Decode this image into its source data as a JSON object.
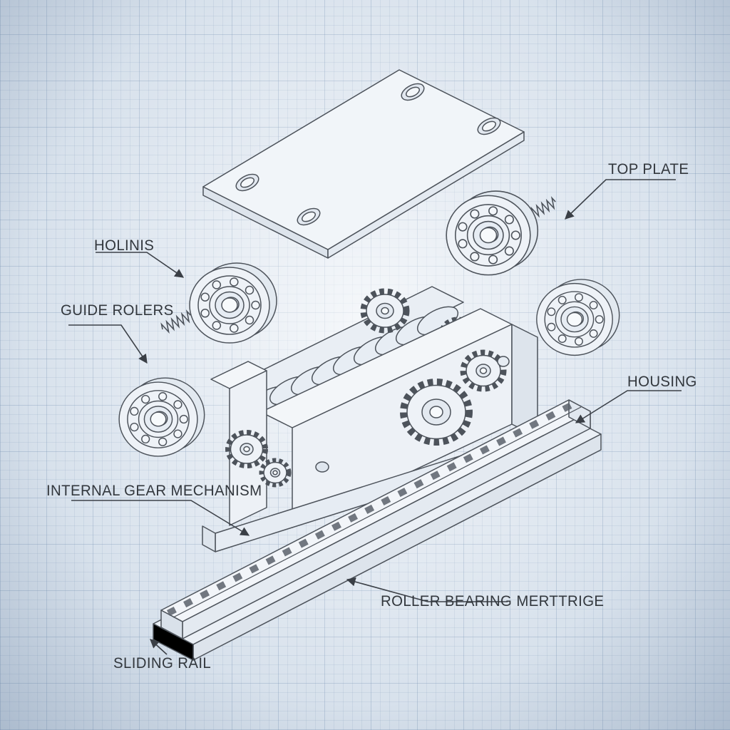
{
  "labels": {
    "top_plate": "TOP PLATE",
    "holinis": "HOLINIS",
    "guide_rollers": "GUIDE ROLERS",
    "housing": "HOUSING",
    "internal_gear_mechanism": "INTERNAL GEAR MECHANISM",
    "roller_bearing": "ROLLER BEARING MERTTRIGE",
    "sliding_rail": "SLIDING RAIL"
  },
  "colors": {
    "background": "#dfe7f0",
    "grid_line": "#b9c8d9",
    "drawing_line": "#4d535b",
    "label_text": "#32373d",
    "part_fill": "#eef2f7"
  }
}
